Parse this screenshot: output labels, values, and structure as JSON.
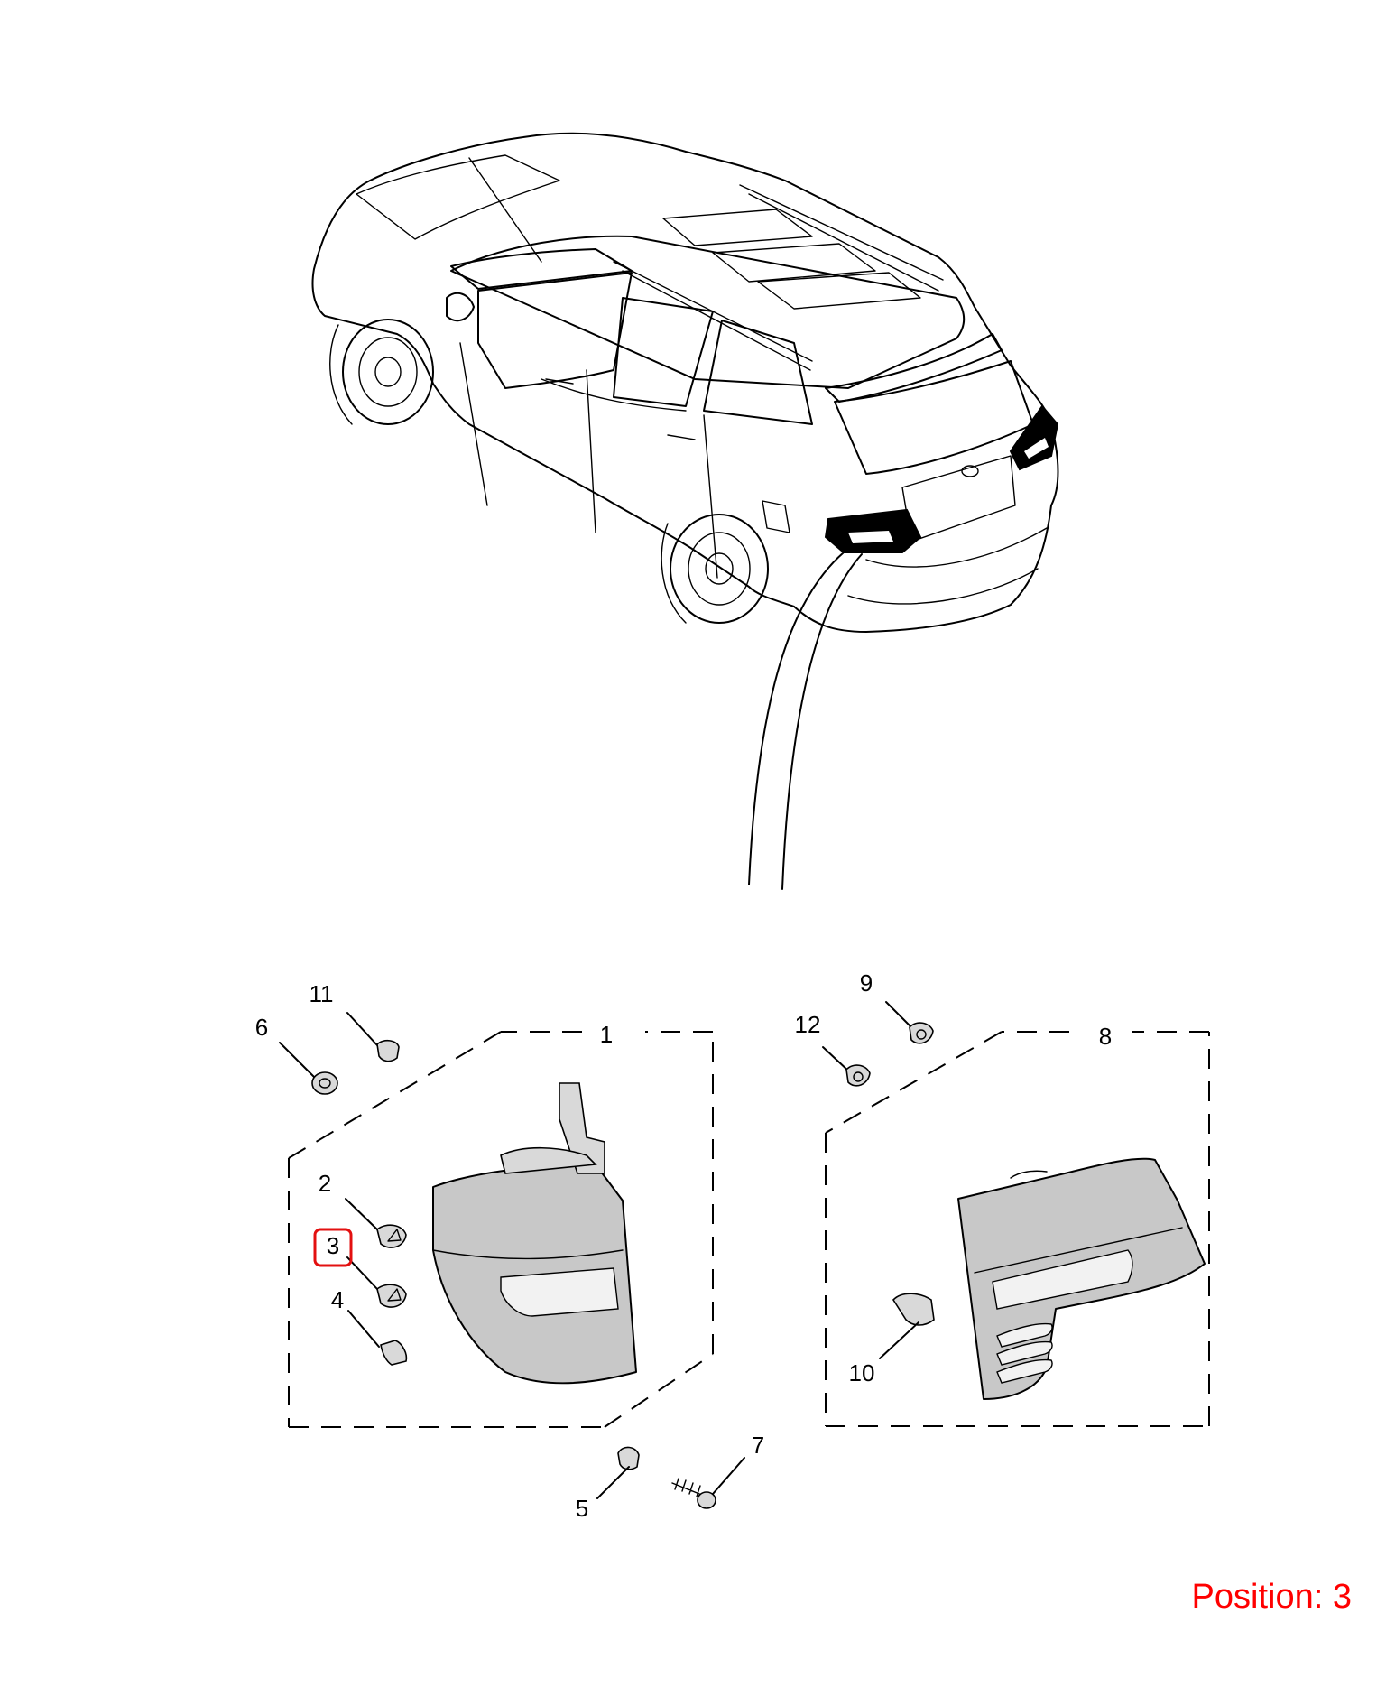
{
  "position_label": "Position: 3",
  "highlight_color": "#e31010",
  "callouts": {
    "c1": "1",
    "c2": "2",
    "c3": "3",
    "c4": "4",
    "c5": "5",
    "c6": "6",
    "c7": "7",
    "c8": "8",
    "c9": "9",
    "c10": "10",
    "c11": "11",
    "c12": "12"
  },
  "selected_callout": "3"
}
